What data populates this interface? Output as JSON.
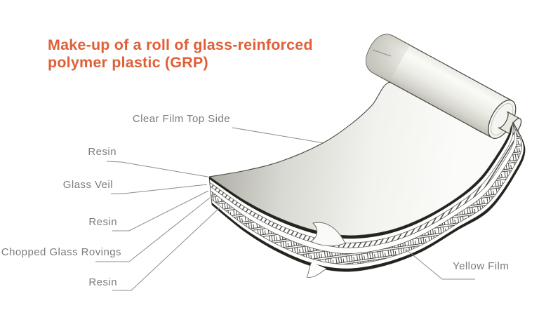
{
  "title": {
    "line1": "Make-up of a roll of glass-reinforced",
    "line2": "polymer plastic (GRP)"
  },
  "labels": {
    "clear_film": "Clear Film Top Side",
    "resin_top": "Resin",
    "glass_veil": "Glass Veil",
    "resin_middle": "Resin",
    "chopped_glass_rovings": "Chopped Glass Rovings",
    "resin_bottom": "Resin",
    "yellow_film": "Yellow Film"
  },
  "colors": {
    "title_accent": "#E05F36",
    "label_text": "#7C7C7C",
    "line_art_outline": "#45453F",
    "leader_line": "#8C8C8C"
  },
  "diagram": {
    "subject": "Cross-section of a roll of glass-reinforced polymer plastic (GRP)",
    "layers_top_to_bottom": [
      "Clear Film Top Side",
      "Resin",
      "Glass Veil",
      "Resin",
      "Chopped Glass Rovings",
      "Resin",
      "Yellow Film"
    ]
  }
}
